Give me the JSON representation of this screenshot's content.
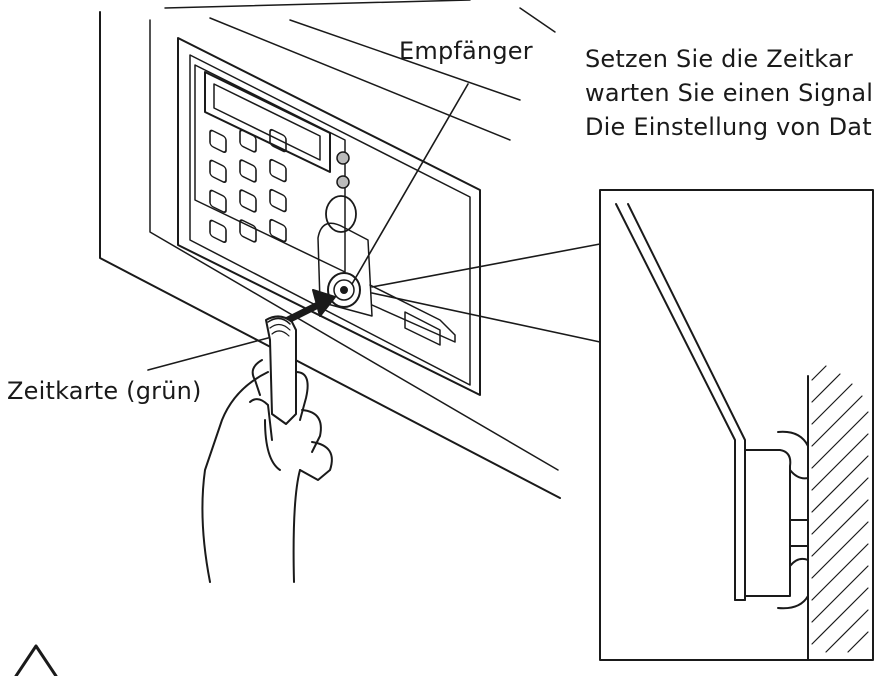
{
  "labels": {
    "receiver": "Empfänger",
    "time_card": "Zeitkarte (grün)"
  },
  "instructions": [
    "Setzen Sie die Zeitkar",
    "warten Sie einen Signal",
    "Die Einstellung von Dat"
  ],
  "colors": {
    "line": "#1a1a1a",
    "background": "#ffffff"
  },
  "icons": [
    "warning-triangle-icon"
  ]
}
